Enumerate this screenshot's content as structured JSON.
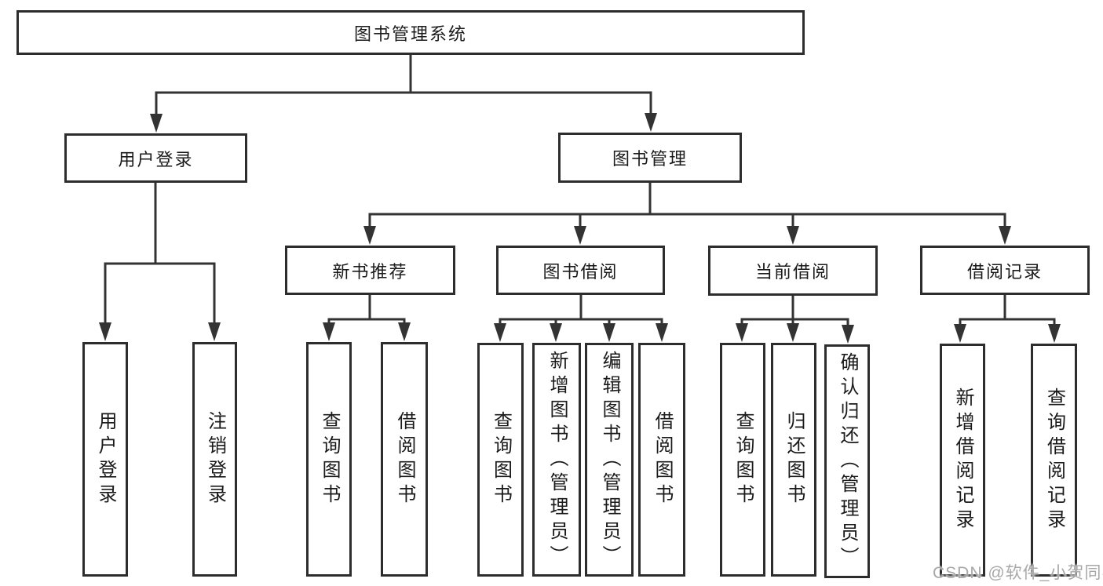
{
  "colors": {
    "background": "#ffffff",
    "line": "#333333",
    "box_border": "#2d2d2d",
    "text": "#1a1a1a",
    "watermark": "#a8a8a8"
  },
  "watermark": "CSDN @软件_小贺同学",
  "tree": {
    "root": {
      "label": "图书管理系统"
    },
    "branches": [
      {
        "label": "用户登录",
        "children": [
          {
            "label": "用户登录"
          },
          {
            "label": "注销登录"
          }
        ]
      },
      {
        "label": "图书管理",
        "children": [
          {
            "label": "新书推荐",
            "children": [
              {
                "label": "查询图书"
              },
              {
                "label": "借阅图书"
              }
            ]
          },
          {
            "label": "图书借阅",
            "children": [
              {
                "label": "查询图书"
              },
              {
                "label": "新增图书（管理员）"
              },
              {
                "label": "编辑图书（管理员）"
              },
              {
                "label": "借阅图书"
              }
            ]
          },
          {
            "label": "当前借阅",
            "children": [
              {
                "label": "查询图书"
              },
              {
                "label": "归还图书"
              },
              {
                "label": "确认归还（管理员）"
              }
            ]
          },
          {
            "label": "借阅记录",
            "children": [
              {
                "label": "新增借阅记录"
              },
              {
                "label": "查询借阅记录"
              }
            ]
          }
        ]
      }
    ]
  }
}
